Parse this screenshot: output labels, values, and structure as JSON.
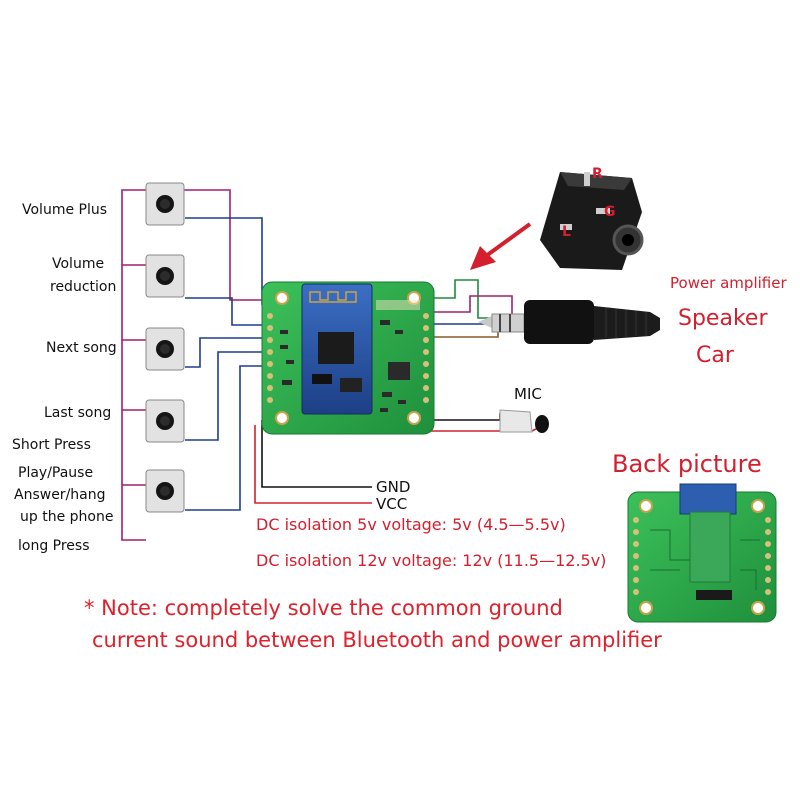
{
  "buttons": {
    "volume_plus": "Volume Plus",
    "volume_reduction_line1": "Volume",
    "volume_reduction_line2": "reduction",
    "next_song": "Next song",
    "last_song": "Last song",
    "short_press": "Short Press",
    "play_pause": "Play/Pause",
    "answer_hang": "Answer/hang",
    "up_the_phone": "up the phone",
    "long_press": "long Press"
  },
  "outputs": {
    "power_amplifier": "Power amplifier",
    "speaker": "Speaker",
    "car": "Car",
    "mic": "MIC"
  },
  "jack_pins": {
    "r": "R",
    "l": "L",
    "g": "G"
  },
  "power": {
    "gnd": "GND",
    "vcc": "VCC",
    "dc5": "DC isolation 5v voltage: 5v (4.5—5.5v)",
    "dc12": "DC isolation 12v voltage: 12v (11.5—12.5v)"
  },
  "back_picture": "Back picture",
  "note_line1": "* Note: completely solve the common ground",
  "note_line2": "current sound between Bluetooth and power amplifier",
  "colors": {
    "wire_purple": "#a0206e",
    "wire_blue": "#1f3d8f",
    "wire_green": "#1e8a3c",
    "wire_red": "#d2202f",
    "pcb_green": "#2aa84a",
    "annotation_red": "#d2202f"
  }
}
